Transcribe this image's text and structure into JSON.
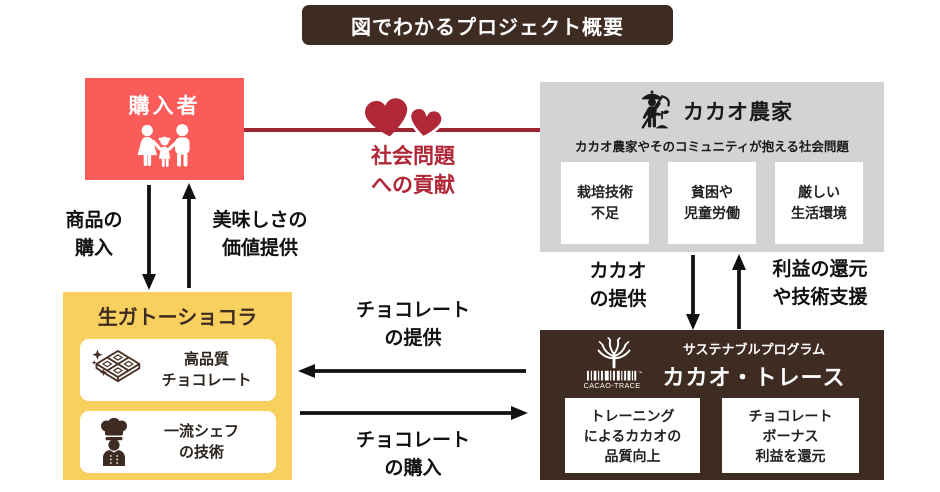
{
  "title": "図でわかるプロジェクト概要",
  "colors": {
    "accent_red": "#fa5c5a",
    "relation_red": "#9e2430",
    "heart_red": "#b02838",
    "yellow": "#f8d05e",
    "brown": "#3e2b22",
    "gray": "#d3d3d3"
  },
  "purchaser": {
    "label": "購入者"
  },
  "social_contribution": {
    "lines": [
      "社会問題",
      "への貢献"
    ]
  },
  "left_flows": {
    "buy": {
      "lines": [
        "商品の",
        "購入"
      ]
    },
    "value": {
      "lines": [
        "美味しさの",
        "価値提供"
      ]
    }
  },
  "farmers": {
    "title": "カカオ農家",
    "subtitle": "カカオ農家やそのコミュニティが抱える社会問題",
    "issues": [
      {
        "lines": [
          "栽培技術",
          "不足"
        ]
      },
      {
        "lines": [
          "貧困や",
          "児童労働"
        ]
      },
      {
        "lines": [
          "厳しい",
          "生活環境"
        ]
      }
    ]
  },
  "gateau": {
    "title": "生ガトーショコラ",
    "features": [
      {
        "icon": "chocolate-icon",
        "lines": [
          "高品質",
          "チョコレート"
        ]
      },
      {
        "icon": "chef-icon",
        "lines": [
          "一流シェフ",
          "の技術"
        ]
      }
    ]
  },
  "mid_flows": {
    "provide": {
      "lines": [
        "チョコレート",
        "の提供"
      ]
    },
    "purchase": {
      "lines": [
        "チョコレート",
        "の購入"
      ]
    }
  },
  "right_flows": {
    "cacao": {
      "lines": [
        "カカオ",
        "の提供"
      ]
    },
    "profit": {
      "lines": [
        "利益の還元",
        "や技術支援"
      ]
    }
  },
  "cacao_trace": {
    "program": "サステナブルプログラム",
    "name": "カカオ・トレース",
    "logo_text": "CACAO-TRACE",
    "logo_tm": "™",
    "actions": [
      {
        "lines": [
          "トレーニング",
          "によるカカオの",
          "品質向上"
        ]
      },
      {
        "lines": [
          "チョコレート",
          "ボーナス",
          "利益を還元"
        ]
      }
    ]
  }
}
